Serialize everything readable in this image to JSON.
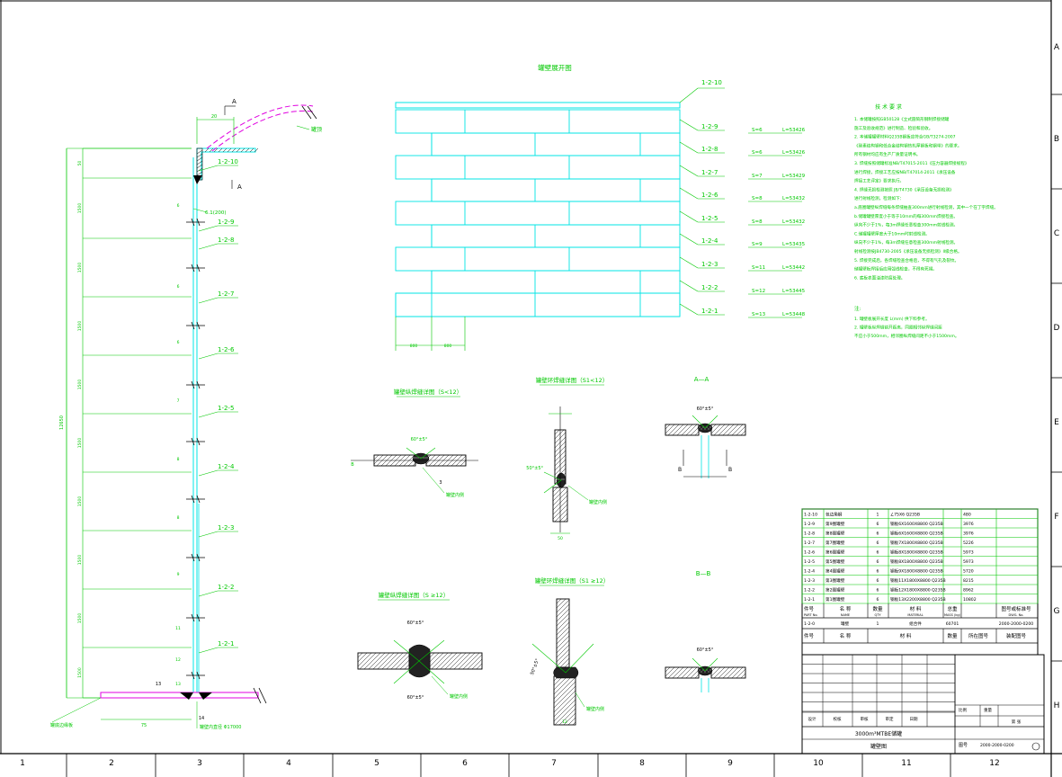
{
  "colors": {
    "border": "#000000",
    "cyan": "#00e5e5",
    "green": "#00c800",
    "magenta": "#e000e0",
    "white_bg": "#ffffff"
  },
  "frame": {
    "row_letters": [
      "A",
      "B",
      "C",
      "D",
      "E",
      "F",
      "G",
      "H"
    ],
    "col_numbers": [
      "1",
      "2",
      "3",
      "4",
      "5",
      "6",
      "7",
      "8",
      "9",
      "10",
      "11",
      "12"
    ]
  },
  "elevation": {
    "labels": [
      "1-2-10",
      "1-2-9",
      "1-2-8",
      "1-2-7",
      "1-2-6",
      "1-2-5",
      "1-2-4",
      "1-2-3",
      "1-2-2",
      "1-2-1"
    ],
    "wind_girder_label": "6.1(200)",
    "top_dim": "20",
    "overall_height": "12650",
    "tank_diameter": "罐壁内直径 Φ17000",
    "section_mark": "A",
    "bottom_dims": [
      "75",
      "14"
    ],
    "bottom_label": "罐底边缘板",
    "roof_label": "罐顶",
    "side_dims": [
      "50",
      "1500",
      "1500",
      "1500",
      "1500",
      "1500",
      "1500",
      "1500",
      "1500",
      "1500",
      "1500"
    ],
    "plate_thickness": [
      "6",
      "6",
      "6",
      "7",
      "8",
      "8",
      "9",
      "11",
      "12",
      "13"
    ]
  },
  "layout_title": "罐壁展开图",
  "course_table": [
    {
      "label": "1-2-10",
      "s": "",
      "l": ""
    },
    {
      "label": "1-2-9",
      "s": "S=6",
      "l": "L=53426"
    },
    {
      "label": "1-2-8",
      "s": "S=6",
      "l": "L=53426"
    },
    {
      "label": "1-2-7",
      "s": "S=7",
      "l": "L=53429"
    },
    {
      "label": "1-2-6",
      "s": "S=8",
      "l": "L=53432"
    },
    {
      "label": "1-2-5",
      "s": "S=8",
      "l": "L=53432"
    },
    {
      "label": "1-2-4",
      "s": "S=9",
      "l": "L=53435"
    },
    {
      "label": "1-2-3",
      "s": "S=11",
      "l": "L=53442"
    },
    {
      "label": "1-2-2",
      "s": "S=12",
      "l": "L=53445"
    },
    {
      "label": "1-2-1",
      "s": "S=13",
      "l": "L=53448"
    }
  ],
  "layout_bottom_dims": [
    "800",
    "800"
  ],
  "tech_notes": {
    "title": "技 术 要 求",
    "lines": [
      "1. 本储罐按照GB50128《立式圆筒形钢制焊接储罐",
      "   施工及验收规范》进行制造、检验和验收。",
      "2. 本储罐罐壁材料Q235B钢板应符合GB/T3274-2007",
      "   《碳素结构钢和低合金结构钢热轧厚钢板和钢带》的要求。",
      "   所有钢材均应有生产厂质量证明书。",
      "3. 焊缝按照储罐标准NB/T47015-2011《压力容器焊接规程》",
      "   进行焊接，焊接工艺应按NB/T47014-2011《承压设备",
      "   焊接工艺评定》要求执行。",
      "4. 焊缝无损检测按照 JB/T4730《承压设备无损检测》",
      "   进行射线检测，检测如下：",
      "   a.底圈罐壁纵焊缝每条焊缝抽查300mm进行射线检测，其中一个在丁字焊缝。",
      "   b.储罐罐壁厚度小于等于10mm的每300mm焊接检查。",
      "     纵向不少于1%，每3m焊缝任意检查300mm射线检测。",
      "   C.储罐罐壁厚度大于10mm时射线检测。",
      "     纵向不少于1%，每3m焊缝任意检查300mm射线检测。",
      "     射线检测按JB4730-2005《承压设备无损检测》II级合格。",
      "5. 焊接完成后，各焊缝检查合格后，不得有气孔及裂纹。",
      "   储罐壁板焊接后应用弧线检查，不得有死褶。",
      "6. 底板表面油漆防腐处理。"
    ],
    "note_title": "注:",
    "note_lines": [
      "1. 罐壁板展开长度 L(mm) 供下料参考。",
      "2. 罐壁板纵焊缝错开距离，同圈相邻纵焊缝间距",
      "   不应小于500mm，相邻圈纵焊缝间距不小于1500mm。"
    ]
  },
  "details": {
    "vertical_weld": "罐壁纵焊缝详图（S<12）",
    "circ_weld": "罐壁环焊缝详图（S1<12）",
    "vertical_weld_thick": "罐壁纵焊缝详图（S ≥12）",
    "circ_weld_thick": "罐壁环焊缝详图（S1 ≥12）",
    "section_aa": "A—A",
    "section_bb": "B—B",
    "angle_60": "60°±5°",
    "angle_50": "50°±5°",
    "inside_label": "罐壁内侧",
    "inside_label2": "罐壁内侧",
    "dim_b": "B",
    "dim_3": "3",
    "dim_12": "12",
    "dim_50": "50"
  },
  "bom": {
    "rows": [
      {
        "no": "1-2-10",
        "name": "包边角钢",
        "qty": "1",
        "mat": "∠75X6      Q235B",
        "w": "480"
      },
      {
        "no": "1-2-9",
        "name": "第9圈罐壁",
        "qty": "6",
        "mat": "钢板6X1600X8800  Q235B",
        "w": "3976"
      },
      {
        "no": "1-2-8",
        "name": "第8圈罐壁",
        "qty": "6",
        "mat": "钢板6X1600X8800  Q235B",
        "w": "3976"
      },
      {
        "no": "1-2-7",
        "name": "第7圈罐壁",
        "qty": "6",
        "mat": "钢板7X1800X8800  Q235B",
        "w": "5226"
      },
      {
        "no": "1-2-6",
        "name": "第6圈罐壁",
        "qty": "6",
        "mat": "钢板8X1800X8800  Q235B",
        "w": "5973"
      },
      {
        "no": "1-2-5",
        "name": "第5圈罐壁",
        "qty": "6",
        "mat": "钢板8X1800X8800  Q235B",
        "w": "5973"
      },
      {
        "no": "1-2-4",
        "name": "第4圈罐壁",
        "qty": "6",
        "mat": "钢板9X1800X8800  Q235B",
        "w": "5720"
      },
      {
        "no": "1-2-3",
        "name": "第3圈罐壁",
        "qty": "6",
        "mat": "钢板11X1800X8800 Q235B",
        "w": "8215"
      },
      {
        "no": "1-2-2",
        "name": "第2圈罐壁",
        "qty": "6",
        "mat": "钢板12X1800X8800 Q235B",
        "w": "8962"
      },
      {
        "no": "1-2-1",
        "name": "第1圈罐壁",
        "qty": "6",
        "mat": "钢板13X2200X8800 Q235B",
        "w": "10802"
      }
    ],
    "header": {
      "no": "件号",
      "name": "名 称",
      "qty": "数量",
      "mat": "材 料",
      "w": "总重",
      "dwg": "图号或标准号"
    },
    "header_en": {
      "no": "PART No.",
      "name": "NAME",
      "qty": "QTY",
      "mat": "MATERIAL",
      "w": "MASS (kg)",
      "dwg": "DWG. No."
    },
    "assembly_row": {
      "no": "1-2-0",
      "name": "罐壁",
      "qty": "1",
      "mat": "组合件",
      "w": "60701",
      "dwg": "2000-2000-0200"
    },
    "footer_header": {
      "no": "件号",
      "name": "名 称",
      "mat": "材 料",
      "w": "数量",
      "dwg": "所在图号",
      "ref": "装配图号"
    }
  },
  "title_block": {
    "project_title": "3000m³MTBE储罐",
    "drawing_title": "罐壁图",
    "drawing_no_label": "图号",
    "drawing_no": "2000-2000-0200",
    "sheet_label": "第 张",
    "sign_labels": [
      "设计",
      "校核",
      "审核",
      "审定",
      "日期"
    ],
    "scale_label": "比例",
    "weight_label": "重量"
  }
}
